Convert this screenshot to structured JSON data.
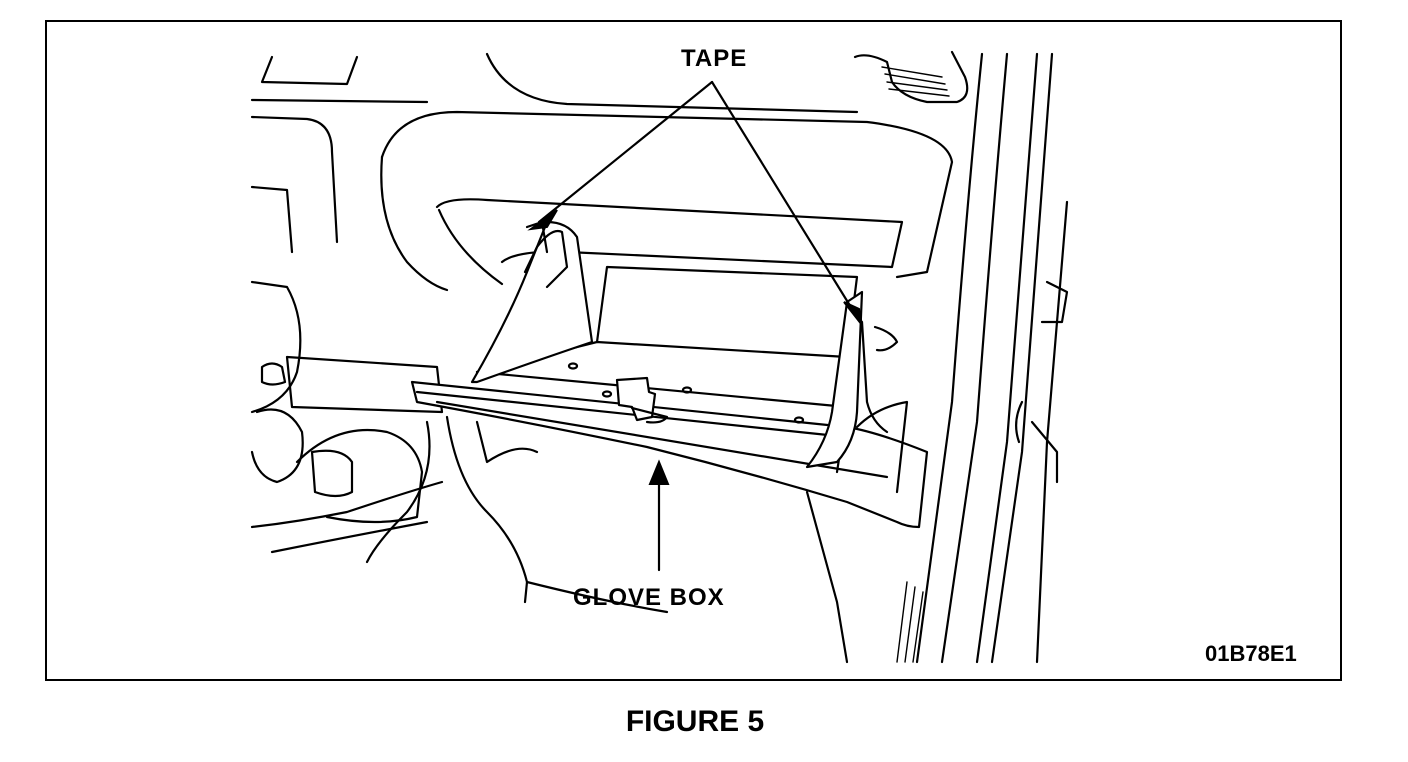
{
  "figure": {
    "callouts": {
      "tape": "TAPE",
      "glove_box": "GLOVE BOX"
    },
    "code": "01B78E1",
    "caption": "FIGURE 5"
  }
}
